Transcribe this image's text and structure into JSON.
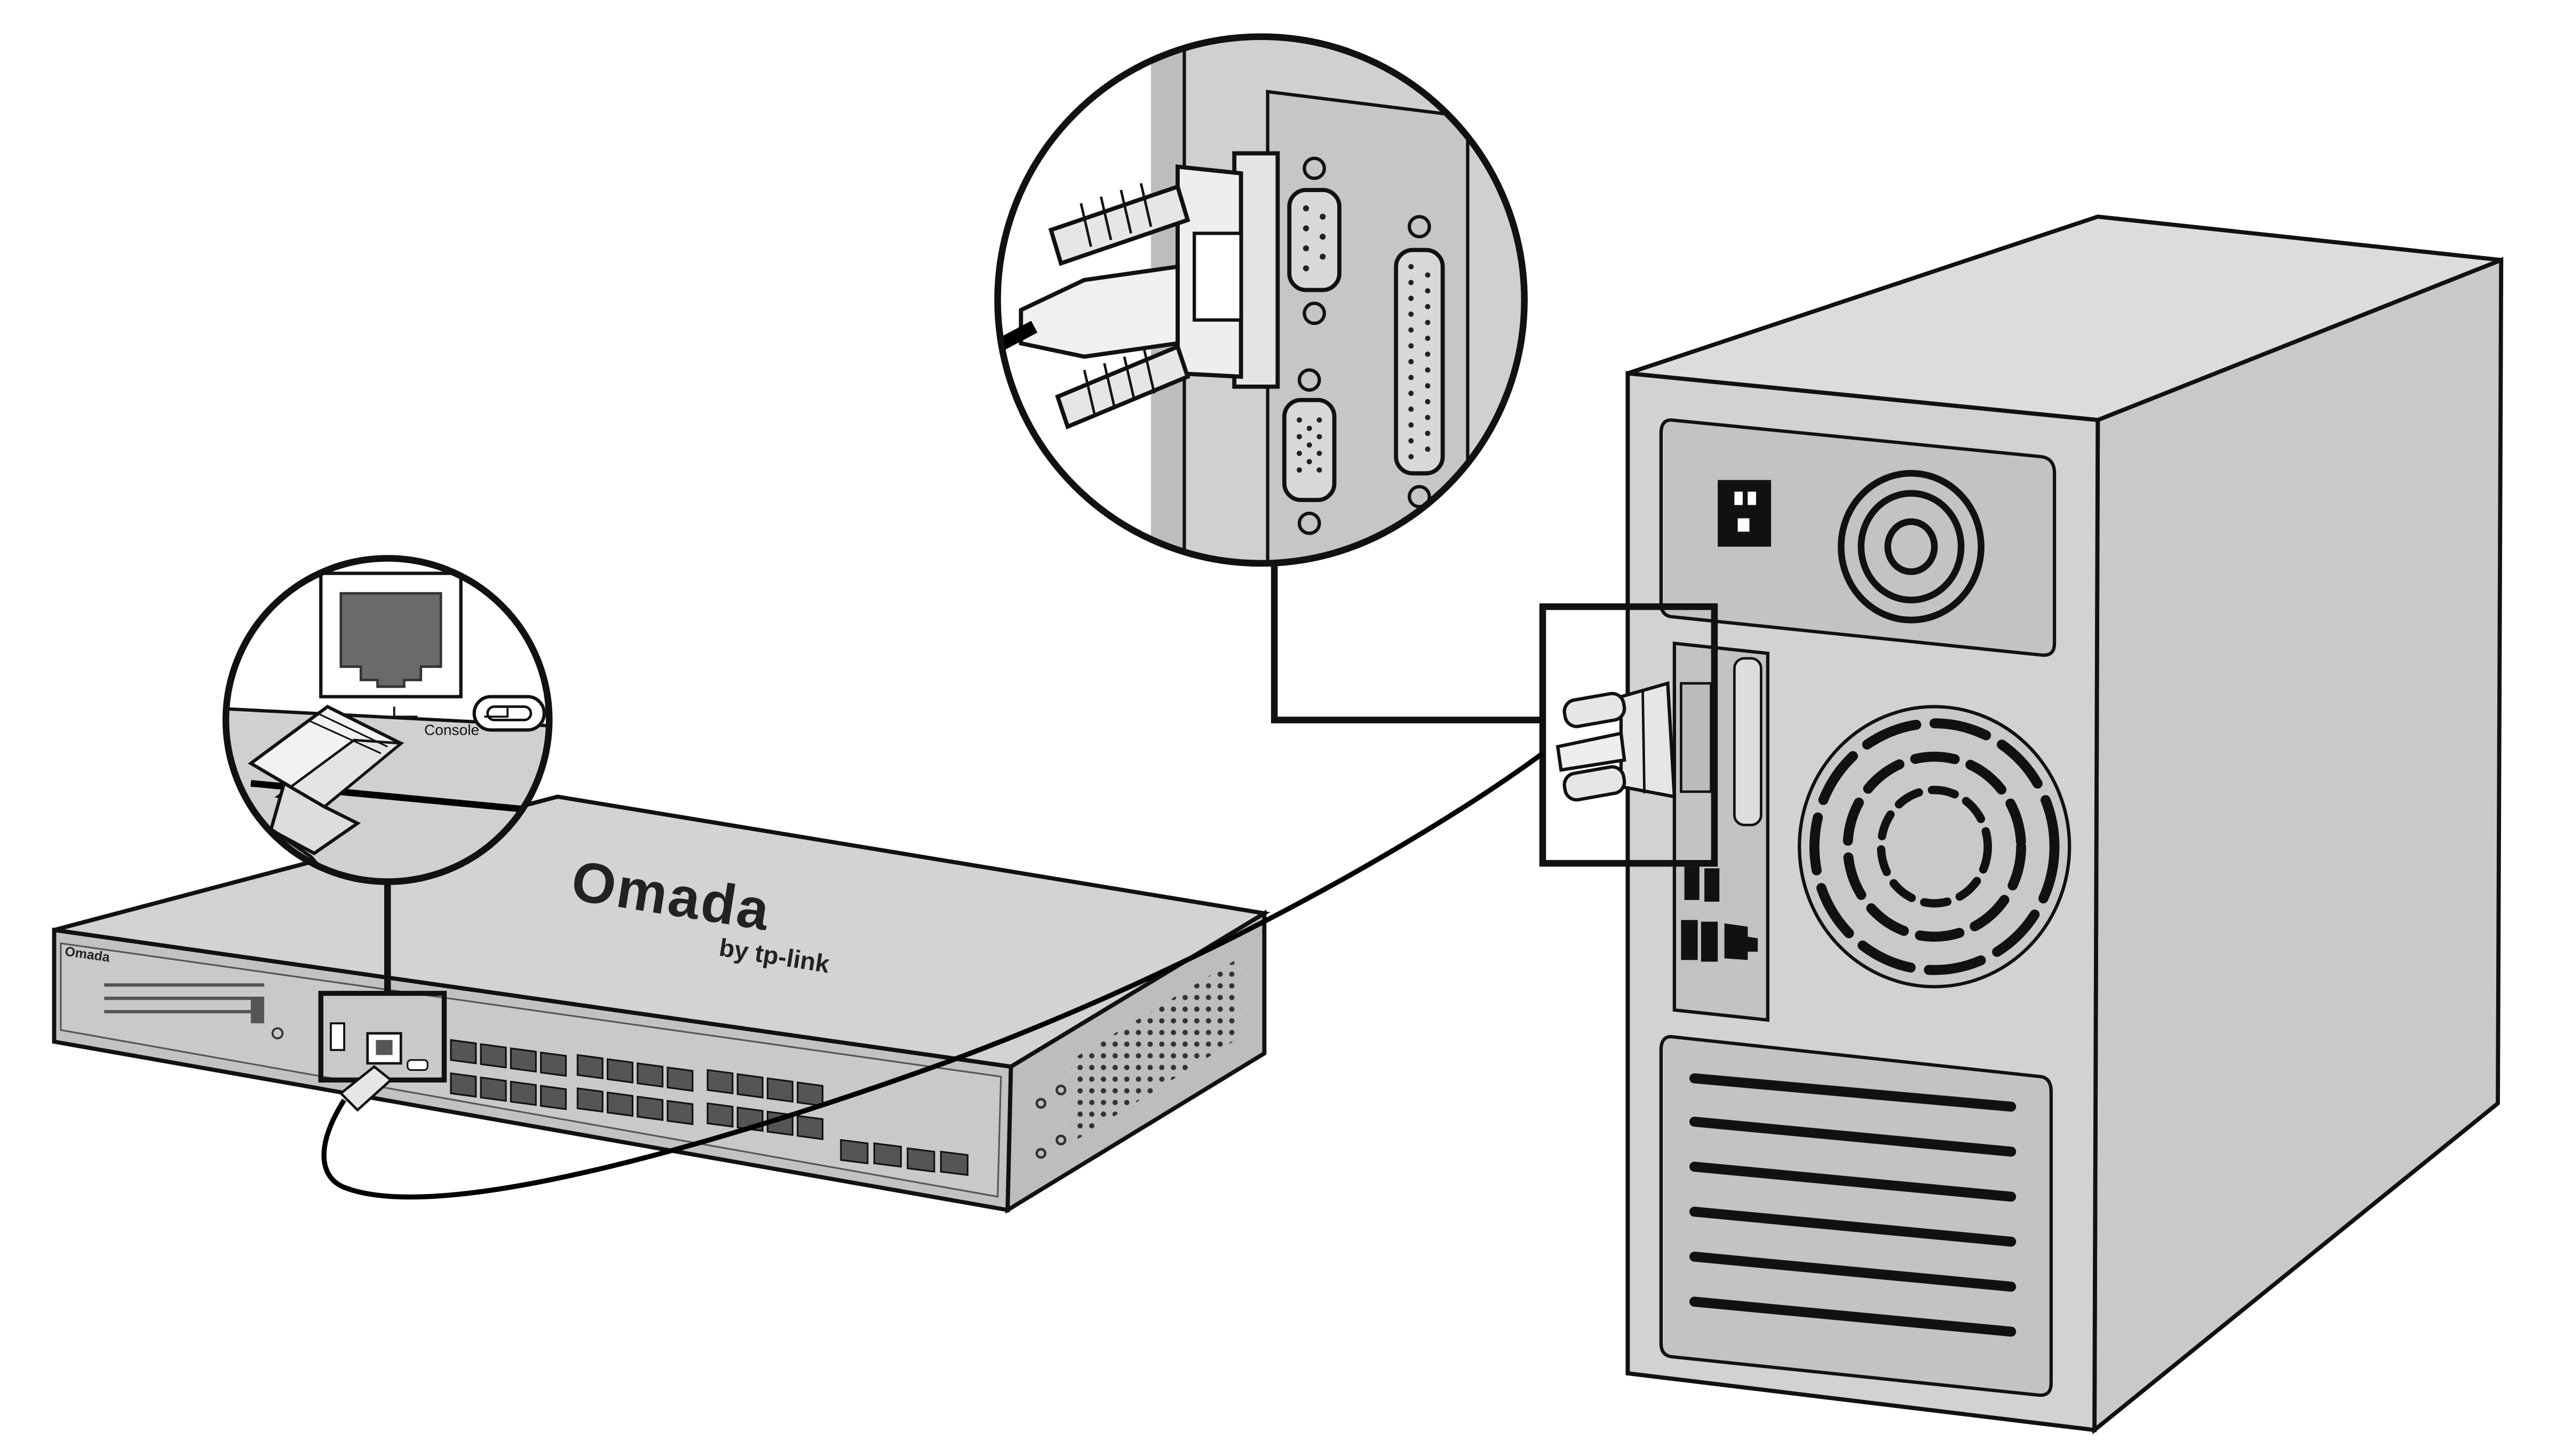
{
  "diagram": {
    "switch_brand": "Omada",
    "switch_brand_sub": "by tp-link",
    "switch_label_small": "Omada",
    "console_label": "Console",
    "colors": {
      "device_gray": "#d4d4d4",
      "device_gray_dark": "#b9b9b9",
      "device_gray_side": "#c6c6c6",
      "outline": "#111111",
      "cable": "#000000",
      "background": "#ffffff"
    },
    "icons": [
      "rj45-plug-icon",
      "db9-connector-icon",
      "serial-port-icon",
      "vga-port-icon",
      "parallel-port-icon",
      "fan-icon",
      "power-socket-icon"
    ]
  }
}
